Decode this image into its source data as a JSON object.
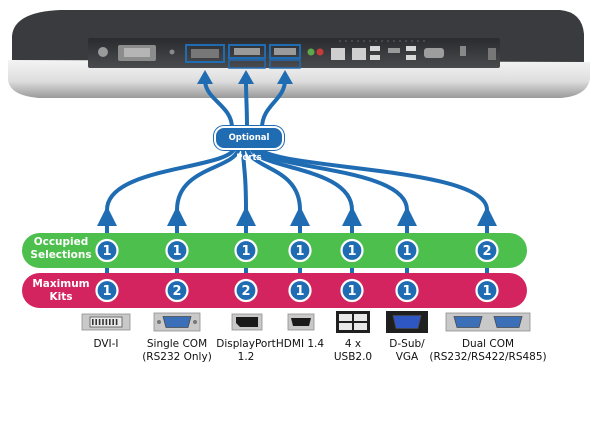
{
  "hub": {
    "label": "Optional Ports"
  },
  "rows": {
    "occupied": {
      "label_line1": "Occupied",
      "label_line2": "Selections",
      "color": "#4cbf4d"
    },
    "maximum": {
      "label_line1": "Maximum",
      "label_line2": "Kits",
      "color": "#d4245f"
    }
  },
  "colors": {
    "arrow": "#1f6cb3",
    "badge_stroke": "#ffffff",
    "chassis": "#3c3d40"
  },
  "ports": [
    {
      "name": "DVI-I",
      "label_lines": [
        "DVI-I"
      ],
      "occupied": "1",
      "maximum": "1",
      "icon": "dvi-connector-icon"
    },
    {
      "name": "Single COM",
      "label_lines": [
        "Single COM",
        "(RS232 Only)"
      ],
      "occupied": "1",
      "maximum": "2",
      "icon": "serial-connector-icon"
    },
    {
      "name": "DisplayPort",
      "label_lines": [
        "DisplayPort",
        "1.2"
      ],
      "occupied": "1",
      "maximum": "2",
      "icon": "displayport-connector-icon"
    },
    {
      "name": "HDMI",
      "label_lines": [
        "HDMI 1.4"
      ],
      "occupied": "1",
      "maximum": "1",
      "icon": "hdmi-connector-icon"
    },
    {
      "name": "USB",
      "label_lines": [
        "4 x",
        "USB2.0"
      ],
      "occupied": "1",
      "maximum": "1",
      "icon": "usb-quad-connector-icon"
    },
    {
      "name": "D-Sub",
      "label_lines": [
        "D-Sub/",
        "VGA"
      ],
      "occupied": "1",
      "maximum": "1",
      "icon": "vga-connector-icon"
    },
    {
      "name": "Dual COM",
      "label_lines": [
        "Dual COM",
        "(RS232/RS422/RS485)"
      ],
      "occupied": "2",
      "maximum": "1",
      "icon": "dual-serial-connector-icon"
    }
  ]
}
